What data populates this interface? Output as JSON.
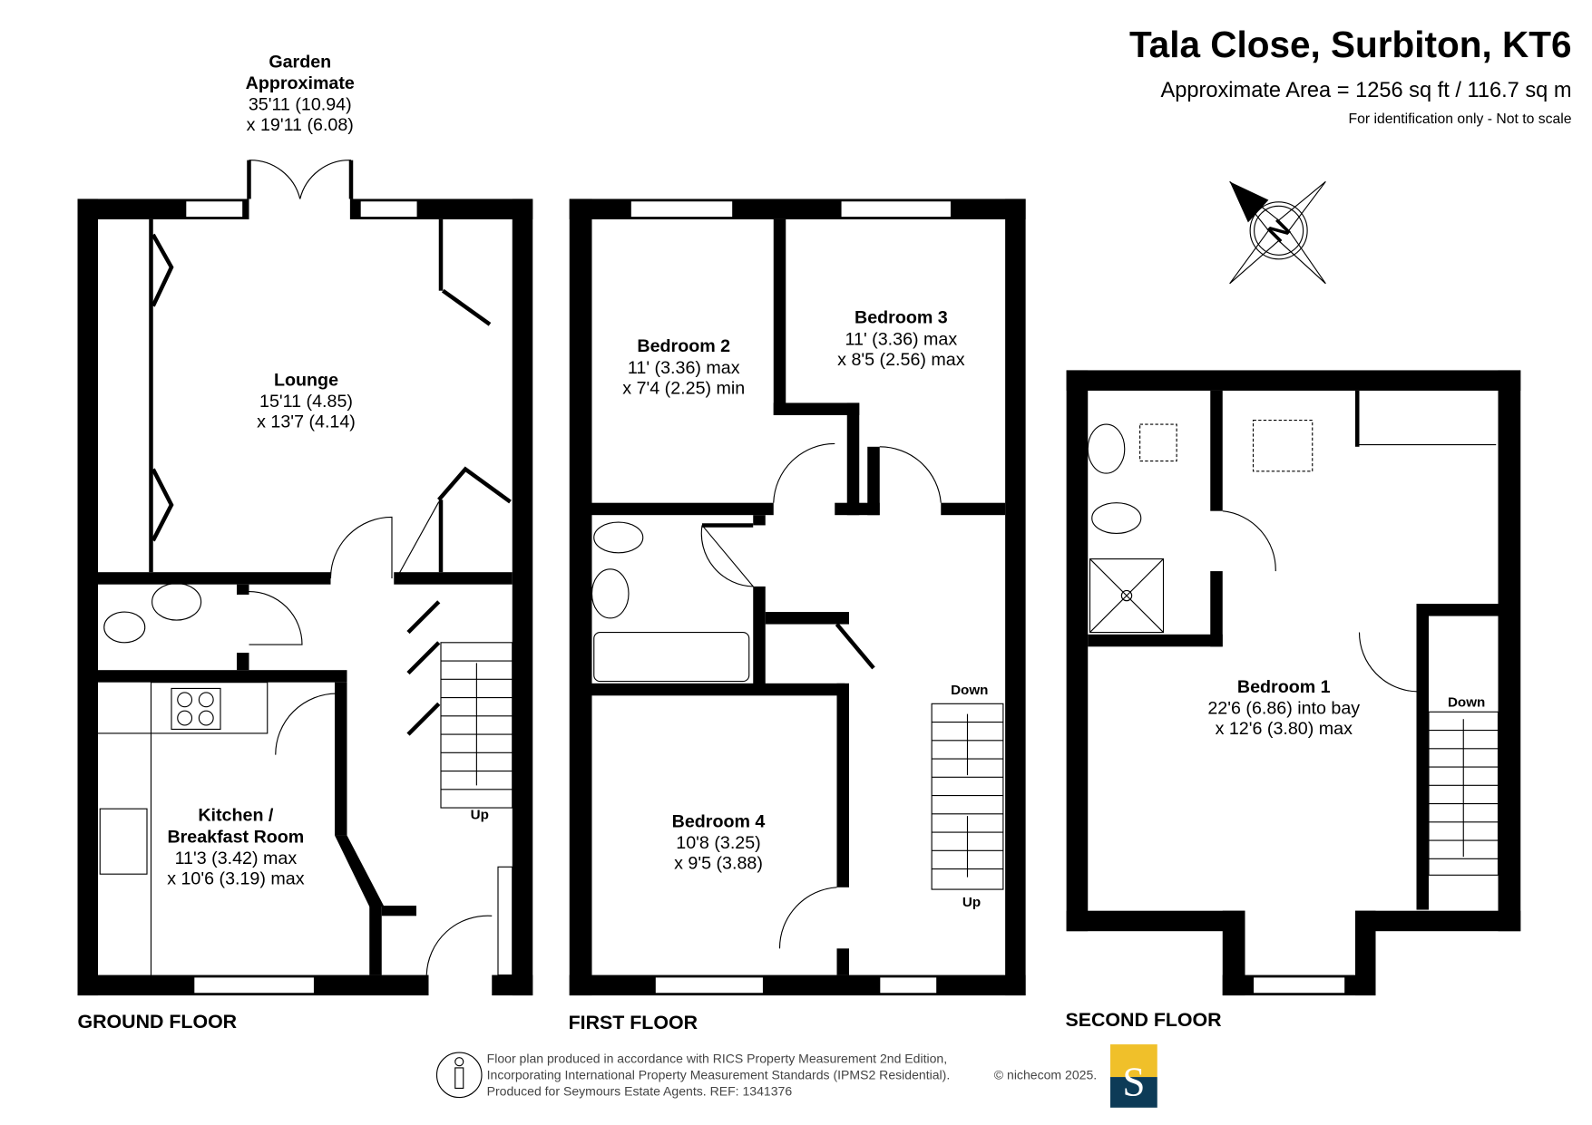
{
  "header": {
    "title": "Tala Close, Surbiton, KT6",
    "area": "Approximate Area = 1256 sq ft / 116.7 sq m",
    "disclaimer": "For identification only - Not to scale"
  },
  "compass": {
    "label": "N"
  },
  "garden": {
    "name": "Garden",
    "name2": "Approximate",
    "dim1": "35'11 (10.94)",
    "dim2": "x 19'11 (6.08)"
  },
  "ground_floor": {
    "label": "GROUND FLOOR",
    "lounge": {
      "name": "Lounge",
      "dim1": "15'11 (4.85)",
      "dim2": "x 13'7 (4.14)"
    },
    "kitchen": {
      "name": "Kitchen /",
      "name2": "Breakfast Room",
      "dim1": "11'3 (3.42) max",
      "dim2": "x 10'6 (3.19) max"
    },
    "stairs_label": "Up"
  },
  "first_floor": {
    "label": "FIRST FLOOR",
    "bedroom2": {
      "name": "Bedroom 2",
      "dim1": "11' (3.36) max",
      "dim2": "x 7'4 (2.25) min"
    },
    "bedroom3": {
      "name": "Bedroom 3",
      "dim1": "11' (3.36) max",
      "dim2": "x 8'5 (2.56) max"
    },
    "bedroom4": {
      "name": "Bedroom 4",
      "dim1": "10'8 (3.25)",
      "dim2": "x 9'5 (3.88)"
    },
    "stairs_down": "Down",
    "stairs_up": "Up"
  },
  "second_floor": {
    "label": "SECOND FLOOR",
    "bedroom1": {
      "name": "Bedroom 1",
      "dim1": "22'6 (6.86) into bay",
      "dim2": "x 12'6 (3.80) max"
    },
    "stairs_down": "Down"
  },
  "footer": {
    "line1": "Floor plan produced in accordance with RICS Property Measurement 2nd Edition,",
    "line2": "Incorporating International Property Measurement Standards (IPMS2 Residential).",
    "copyright": "© nichecom 2025.",
    "line3": "Produced for Seymours Estate Agents.   REF: 1341376",
    "logo_letter": "S",
    "logo_colors": {
      "top": "#f0c02a",
      "bottom": "#0d3b57"
    }
  }
}
